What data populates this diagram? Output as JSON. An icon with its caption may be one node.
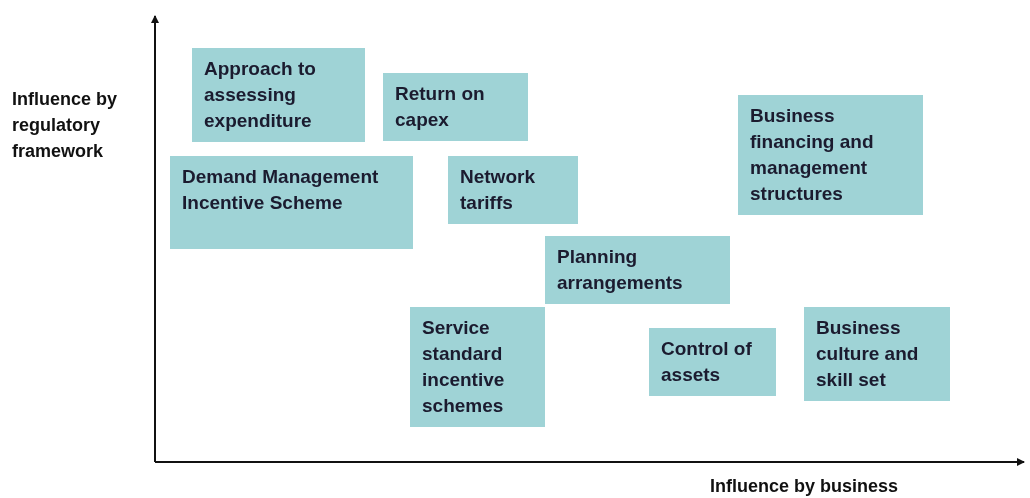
{
  "diagram": {
    "nodes": [
      {
        "text": [
          "Approach to assessing expenditure"
        ]
      },
      {
        "text": [
          "Return on capex"
        ]
      },
      {
        "text": [
          "Business financing and management structures"
        ]
      },
      {
        "text": [
          "Demand Management Incentive Scheme"
        ]
      },
      {
        "text": [
          "Network tariffs"
        ]
      },
      {
        "text": [
          "Planning arrangements"
        ]
      },
      {
        "text": [
          "Service standard incentive schemes"
        ]
      },
      {
        "text": [
          "Control of assets"
        ]
      },
      {
        "text": [
          "Business culture and skill set"
        ]
      }
    ],
    "edges": [],
    "labels": [
      "Influence by regulatory framework",
      "Influence by business"
    ]
  }
}
